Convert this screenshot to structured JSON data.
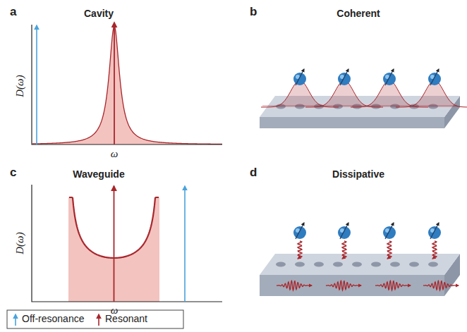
{
  "diagram": {
    "labels": [
      "a",
      "Cavity",
      "b",
      "Coherent",
      "c",
      "Waveguide",
      "d",
      "Dissipative",
      "D(ω)",
      "ω",
      "D(ω)",
      "ω"
    ],
    "legend": [
      {
        "text": "Off-resonance"
      },
      {
        "text": "Resonant"
      }
    ]
  }
}
